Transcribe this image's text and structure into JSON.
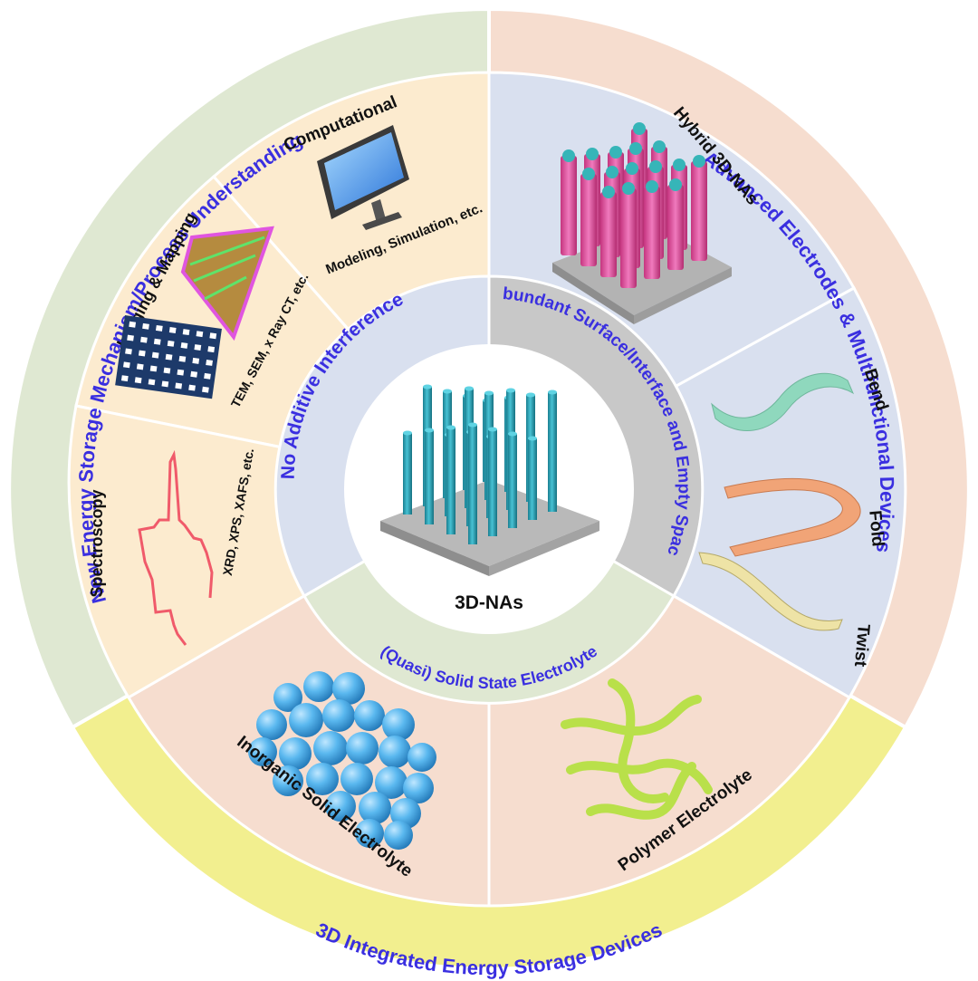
{
  "center": {
    "label": "3D-NAs"
  },
  "inner_ring": {
    "left": "No Additive Interference",
    "right": "Abundant Surface/Interface and Empty Space",
    "bottom": "(Quasi) Solid State Electrolyte"
  },
  "outer_ring": {
    "left_title": "New Energy Storage Mechanism/Process Understanding",
    "right_title": "Advanced Electrodes & Multifunctional Devices",
    "bottom_title": "3D Integrated Energy Storage Devices"
  },
  "panels": {
    "computational": {
      "title": "Computational",
      "subtitle": "Modeling, Simulation, etc."
    },
    "imaging": {
      "title": "Imaging & Mapping",
      "subtitle": "TEM, SEM, x Ray CT, etc."
    },
    "spectroscopy": {
      "title": "Spectroscopy",
      "subtitle": "XRD, XPS, XAFS, etc."
    },
    "hybrid": {
      "title": "Hybrid 3D-NAs"
    },
    "flexible": {
      "bend": "Bend",
      "fold": "Fold",
      "twist": "Twist"
    },
    "inorganic": {
      "title": "Inorganic Solid Electrolyte"
    },
    "polymer": {
      "title": "Polymer Electrolyte"
    }
  },
  "colors": {
    "outer_left": "#dfe8d2",
    "outer_right": "#f6ddcf",
    "outer_bottom": "#f2ef8f",
    "panel_left": "#fcebcf",
    "panel_right": "#d9e0ef",
    "panel_bottom": "#f6ddcf",
    "inner_left": "#d9e0ef",
    "inner_right": "#c8c8c8",
    "inner_bottom": "#dfe8d2",
    "title_blue": "#3a2fe0",
    "nanorod": "#2ba3b8"
  }
}
